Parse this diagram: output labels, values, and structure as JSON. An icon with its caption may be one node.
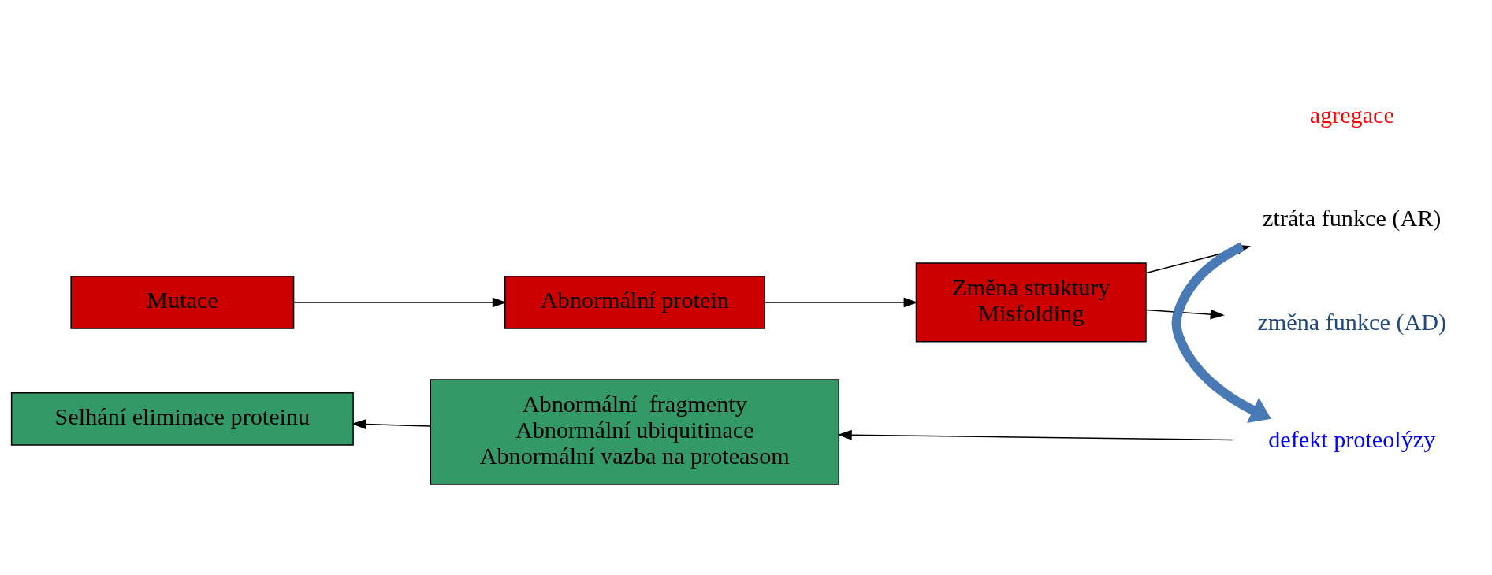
{
  "diagram": {
    "nodes": [
      {
        "text": [
          "Mutace"
        ]
      },
      {
        "text": [
          "Abnormální protein"
        ]
      },
      {
        "text": [
          "Změna struktury",
          "Misfolding"
        ]
      },
      {
        "text": [
          "ztráta funkce (AR)"
        ]
      },
      {
        "text": [
          "změna funkce (AD)"
        ]
      },
      {
        "text": [
          "defekt proteolýzy"
        ]
      },
      {
        "text": [
          "Abnormální  fragmenty",
          "Abnormální ubiquitinace",
          "Abnormální vazba na proteasom"
        ]
      },
      {
        "text": [
          "Selhání eliminace proteinu"
        ]
      }
    ],
    "edges": [
      {
        "from": 0,
        "to": 1,
        "arrow": "to"
      },
      {
        "from": 1,
        "to": 2,
        "arrow": "to"
      },
      {
        "from": 2,
        "to": 3,
        "arrow": "to"
      },
      {
        "from": 2,
        "to": 4,
        "arrow": "to"
      },
      {
        "from": 3,
        "to": 5,
        "arrow": "to",
        "style": "thick",
        "color": "#4a7ab5"
      },
      {
        "from": 5,
        "to": 6,
        "arrow": "to"
      },
      {
        "from": 6,
        "to": 7,
        "arrow": "to"
      }
    ],
    "labels": [
      "agregace"
    ]
  }
}
